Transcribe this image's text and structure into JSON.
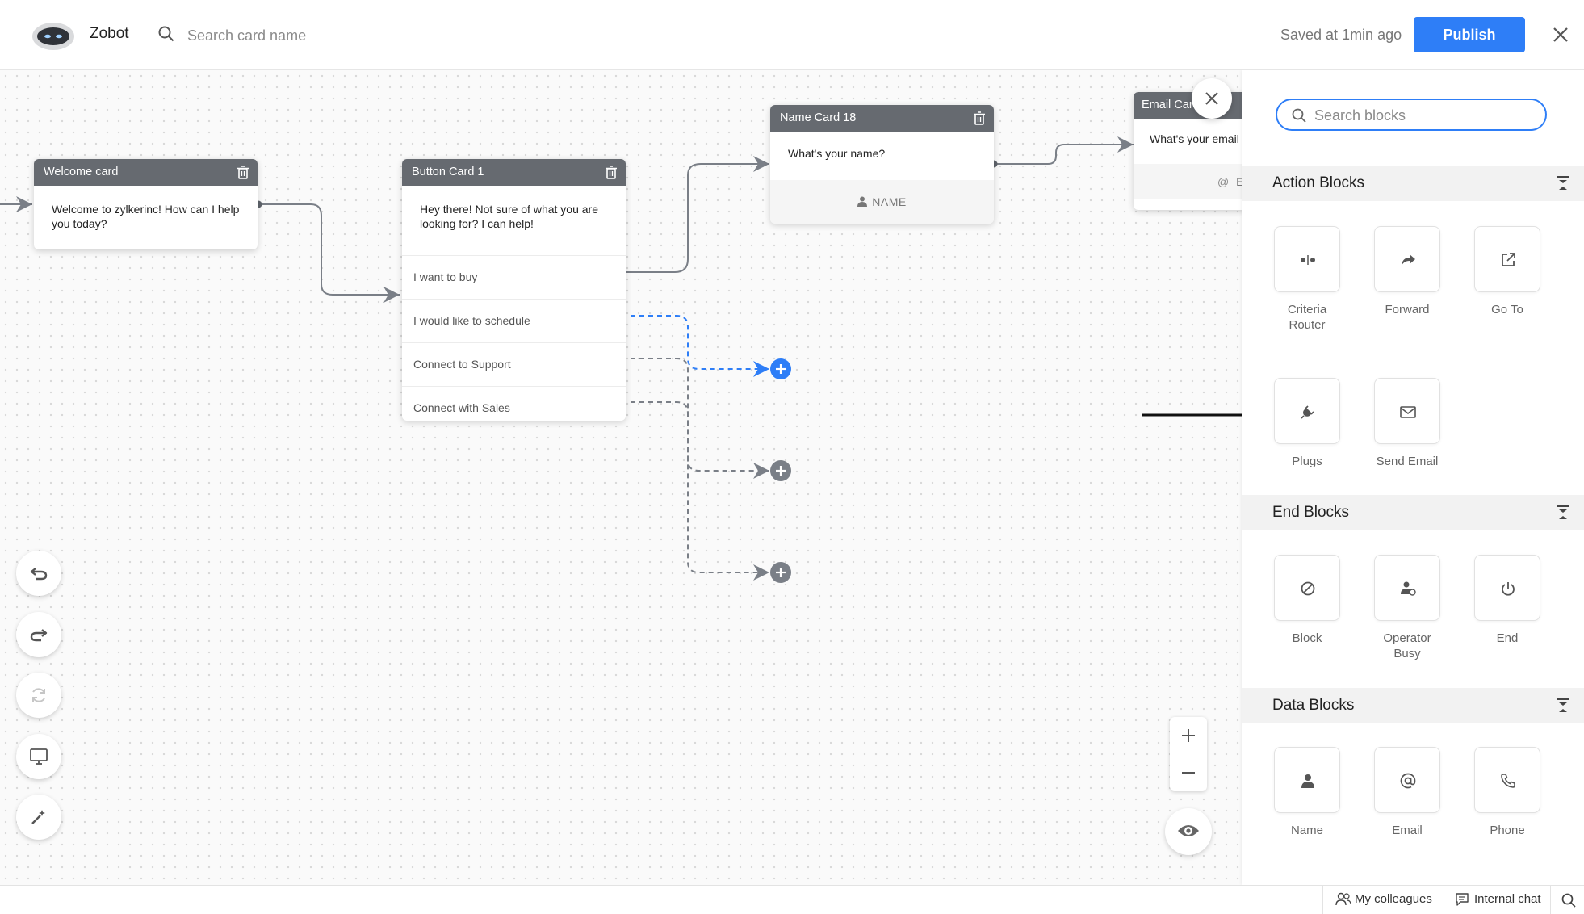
{
  "header": {
    "app_title": "Zobot",
    "card_search_placeholder": "Search card name",
    "saved_status": "Saved at 1min ago",
    "publish_label": "Publish"
  },
  "cards": {
    "welcome": {
      "title": "Welcome card",
      "message": "Welcome to zylkerinc! How can I help you today?"
    },
    "button_card": {
      "title": "Button Card 1",
      "message": "Hey there! Not sure of what you are looking for? I can help!",
      "buttons": [
        "I want to buy",
        "I would like to schedule",
        "Connect to Support",
        "Connect with Sales"
      ]
    },
    "name_card": {
      "title": "Name Card 18",
      "message": "What's your name?",
      "field": "NAME"
    },
    "email_card": {
      "title": "Email Car",
      "message": "What's your email",
      "field": "E"
    }
  },
  "panel": {
    "search_placeholder": "Search blocks",
    "sections": [
      {
        "title": "Action Blocks",
        "blocks": [
          {
            "label": "Criteria Router",
            "icon": "criteria-router-icon"
          },
          {
            "label": "Forward",
            "icon": "forward-icon"
          },
          {
            "label": "Go To",
            "icon": "go-to-icon"
          },
          {
            "label": "Plugs",
            "icon": "plug-icon"
          },
          {
            "label": "Send Email",
            "icon": "envelope-icon"
          }
        ]
      },
      {
        "title": "End Blocks",
        "blocks": [
          {
            "label": "Block",
            "icon": "block-icon"
          },
          {
            "label": "Operator Busy",
            "icon": "operator-busy-icon"
          },
          {
            "label": "End",
            "icon": "power-icon"
          }
        ]
      },
      {
        "title": "Data Blocks",
        "blocks": [
          {
            "label": "Name",
            "icon": "person-icon"
          },
          {
            "label": "Email",
            "icon": "at-icon"
          },
          {
            "label": "Phone",
            "icon": "phone-icon"
          }
        ]
      }
    ]
  },
  "footer": {
    "colleagues": "My colleagues",
    "internal_chat": "Internal chat"
  },
  "colors": {
    "accent": "#2e7ef7",
    "card_header": "#666a70",
    "connector": "#7a7f87"
  }
}
